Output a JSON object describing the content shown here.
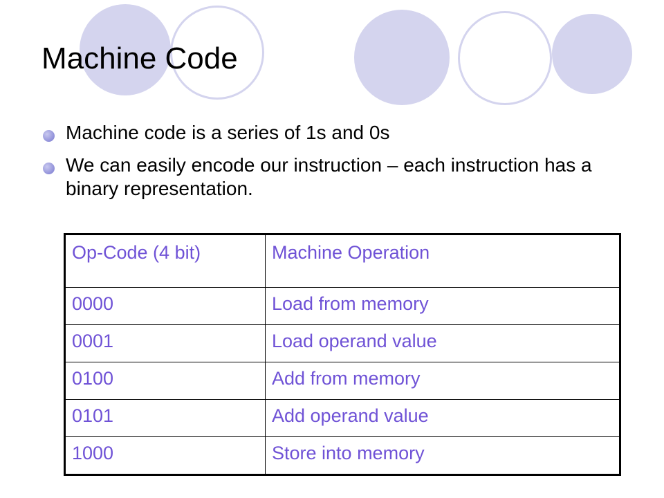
{
  "slide": {
    "title": "Machine Code",
    "bullets": [
      "Machine code is a series of 1s and 0s",
      "We can easily encode our instruction – each instruction has a binary representation."
    ]
  },
  "table": {
    "headers": [
      "Op-Code (4 bit)",
      "Machine Operation"
    ],
    "rows": [
      [
        "0000",
        "Load from memory"
      ],
      [
        "0001",
        "Load operand value"
      ],
      [
        "0100",
        "Add from memory"
      ],
      [
        "0101",
        "Add operand value"
      ],
      [
        "1000",
        "Store into memory"
      ]
    ]
  },
  "colors": {
    "decoration": "#d4d4ee",
    "table_text": "#6f52d6",
    "bullet": "#8f8fd9"
  }
}
